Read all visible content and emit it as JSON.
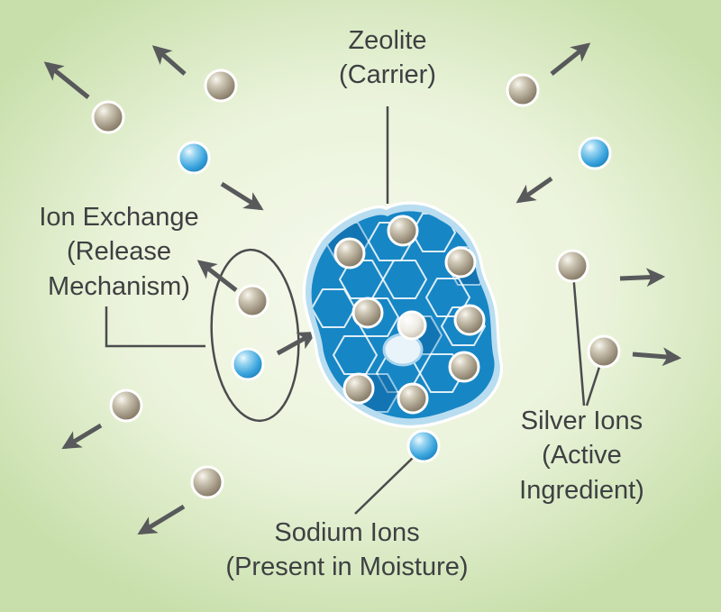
{
  "labels": {
    "zeolite": {
      "line1": "Zeolite",
      "line2": "(Carrier)"
    },
    "ion_exchange": {
      "line1": "Ion Exchange",
      "line2": "(Release",
      "line3": "Mechanism)"
    },
    "silver_ions": {
      "line1": "Silver Ions",
      "line2": "(Active",
      "line3": "Ingredient)"
    },
    "sodium_ions": {
      "line1": "Sodium Ions",
      "line2": "(Present in Moisture)"
    }
  },
  "colors": {
    "background_center": "#f5f9ec",
    "background_edge": "#c8dfab",
    "zeolite_blue": "#1786c5",
    "zeolite_halo": "#b9ddf0",
    "arrow_gray": "#58595b",
    "text_color": "#3e4042"
  }
}
